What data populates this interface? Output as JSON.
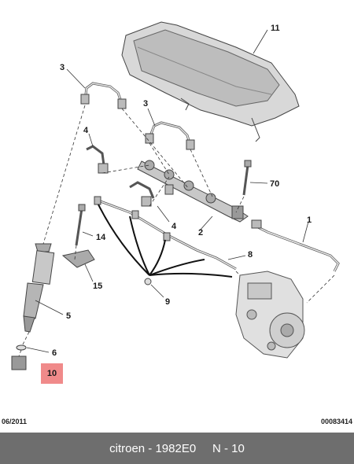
{
  "callouts": {
    "n11": "11",
    "n3a": "3",
    "n3b": "3",
    "n4a": "4",
    "n4b": "4",
    "n70": "70",
    "n1": "1",
    "n2": "2",
    "n14": "14",
    "n8": "8",
    "n15": "15",
    "n9": "9",
    "n5": "5",
    "n6": "6",
    "n10": "10"
  },
  "highlight_color": "#f08a8a",
  "footer": {
    "date": "06/2011",
    "code": "00083414"
  },
  "caption": "citroen - 1982E0     N - 10"
}
